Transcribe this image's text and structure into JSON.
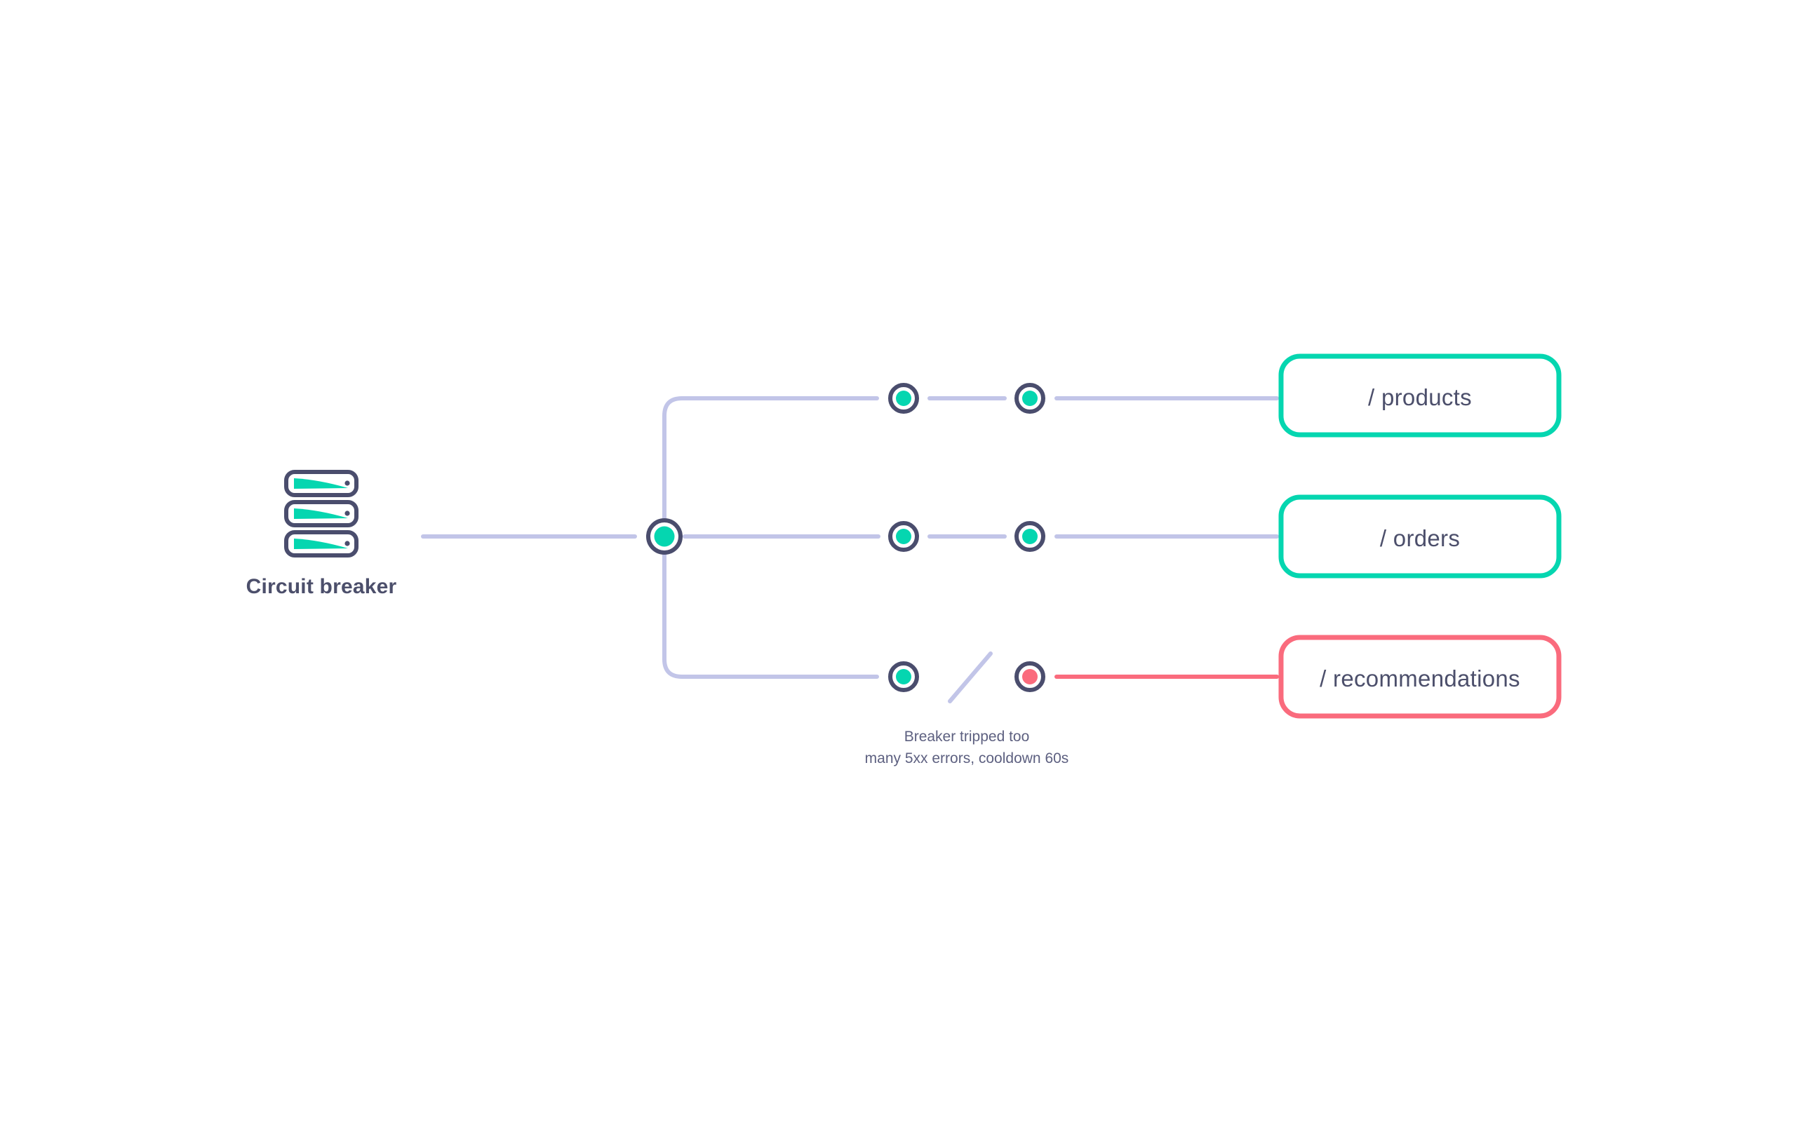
{
  "diagram": {
    "type": "circuit-breaker-routing-diagram",
    "background_color": "#ffffff",
    "palette": {
      "teal": "#05d6b0",
      "coral": "#fa6b7d",
      "navy": "#4a4d6d",
      "lavender": "#c2c5e8",
      "white": "#ffffff",
      "text_navy": "#4c4f6b",
      "annotation_text": "#5d6080"
    }
  },
  "source": {
    "icon_name": "server-stack-icon",
    "label": "Circuit breaker"
  },
  "hub": {
    "name": "circuit-breaker-hub-node",
    "state": "closed",
    "fill": "#05d6b0"
  },
  "routes": [
    {
      "id": "products",
      "label": "/ products",
      "status": "healthy",
      "box_border_color": "#05d6b0",
      "link_color": "#c2c5e8",
      "broken": false,
      "hops": [
        {
          "name": "hop-node-1",
          "fill": "#05d6b0"
        },
        {
          "name": "hop-node-2",
          "fill": "#05d6b0"
        }
      ]
    },
    {
      "id": "orders",
      "label": "/ orders",
      "status": "healthy",
      "box_border_color": "#05d6b0",
      "link_color": "#c2c5e8",
      "broken": false,
      "hops": [
        {
          "name": "hop-node-1",
          "fill": "#05d6b0"
        },
        {
          "name": "hop-node-2",
          "fill": "#05d6b0"
        }
      ]
    },
    {
      "id": "recommendations",
      "label": "/ recommendations",
      "status": "tripped",
      "box_border_color": "#fa6b7d",
      "link_color": "#fa6b7d",
      "broken": true,
      "hops": [
        {
          "name": "hop-node-1",
          "fill": "#05d6b0"
        },
        {
          "name": "hop-node-2",
          "fill": "#fa6b7d"
        }
      ]
    }
  ],
  "annotation": {
    "line1": "Breaker tripped too",
    "line2": "many 5xx errors, cooldown 60s"
  }
}
